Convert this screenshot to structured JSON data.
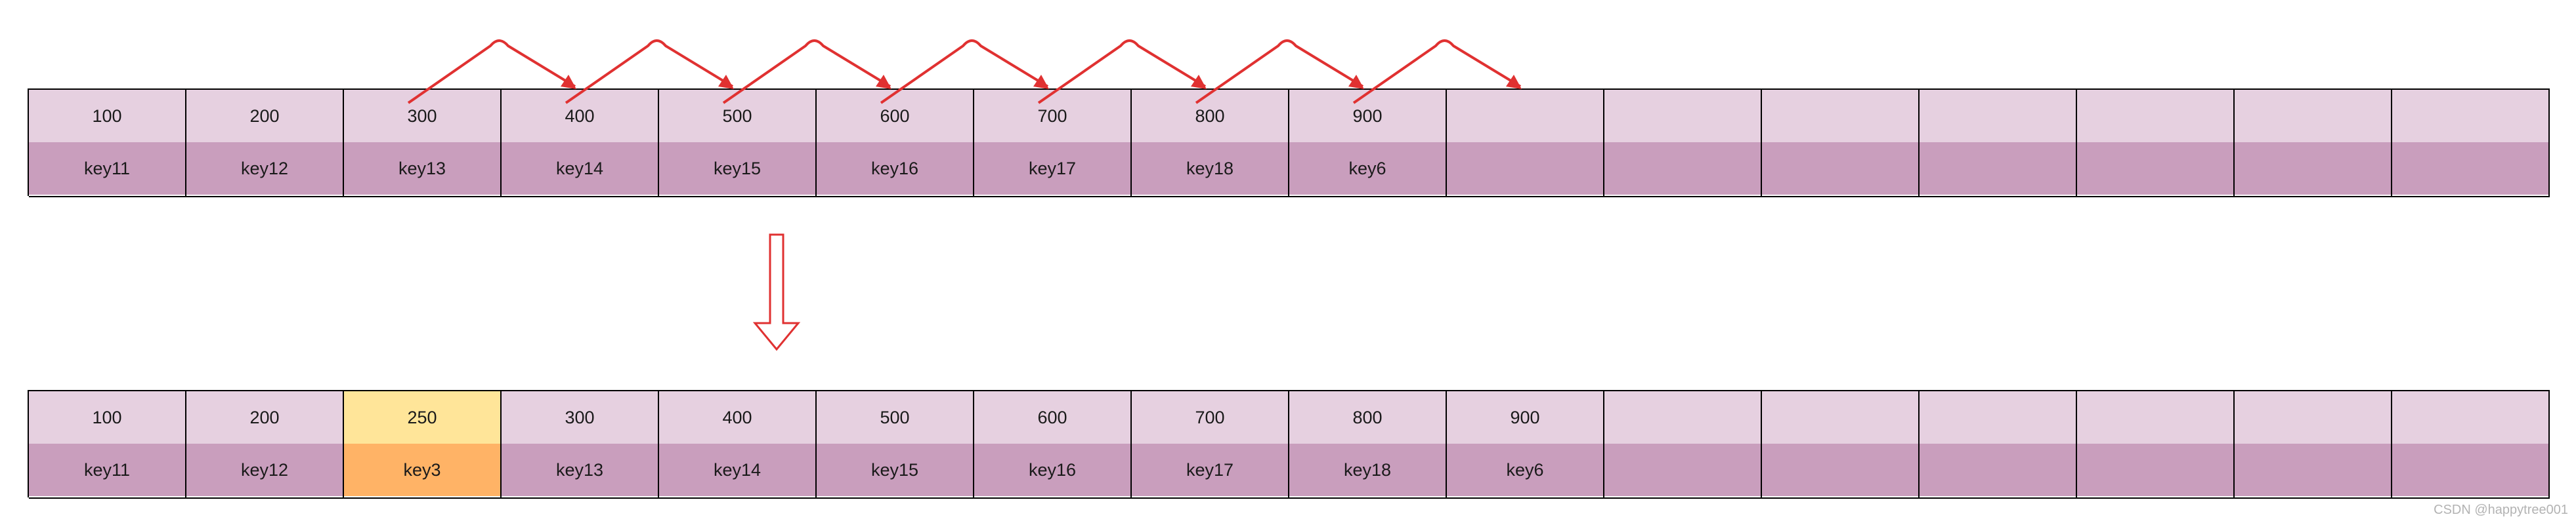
{
  "diagram": {
    "before": [
      {
        "value": "100",
        "key": "key11"
      },
      {
        "value": "200",
        "key": "key12"
      },
      {
        "value": "300",
        "key": "key13"
      },
      {
        "value": "400",
        "key": "key14"
      },
      {
        "value": "500",
        "key": "key15"
      },
      {
        "value": "600",
        "key": "key16"
      },
      {
        "value": "700",
        "key": "key17"
      },
      {
        "value": "800",
        "key": "key18"
      },
      {
        "value": "900",
        "key": "key6"
      },
      {
        "value": "",
        "key": ""
      },
      {
        "value": "",
        "key": ""
      },
      {
        "value": "",
        "key": ""
      },
      {
        "value": "",
        "key": ""
      },
      {
        "value": "",
        "key": ""
      },
      {
        "value": "",
        "key": ""
      },
      {
        "value": "",
        "key": ""
      }
    ],
    "after": [
      {
        "value": "100",
        "key": "key11"
      },
      {
        "value": "200",
        "key": "key12"
      },
      {
        "value": "250",
        "key": "key3",
        "highlight": true
      },
      {
        "value": "300",
        "key": "key13"
      },
      {
        "value": "400",
        "key": "key14"
      },
      {
        "value": "500",
        "key": "key15"
      },
      {
        "value": "600",
        "key": "key16"
      },
      {
        "value": "700",
        "key": "key17"
      },
      {
        "value": "800",
        "key": "key18"
      },
      {
        "value": "900",
        "key": "key6"
      },
      {
        "value": "",
        "key": ""
      },
      {
        "value": "",
        "key": ""
      },
      {
        "value": "",
        "key": ""
      },
      {
        "value": "",
        "key": ""
      },
      {
        "value": "",
        "key": ""
      },
      {
        "value": "",
        "key": ""
      }
    ],
    "shift_arrows": {
      "from_index": 2,
      "to_index": 9,
      "color": "#e03131"
    },
    "transition_arrow_color": "#e03131"
  },
  "colors": {
    "value_row": "#e6d0e0",
    "key_row": "#c99ebd",
    "highlight_value": "#ffe599",
    "highlight_key": "#ffb366"
  },
  "watermark": "CSDN @happytree001"
}
